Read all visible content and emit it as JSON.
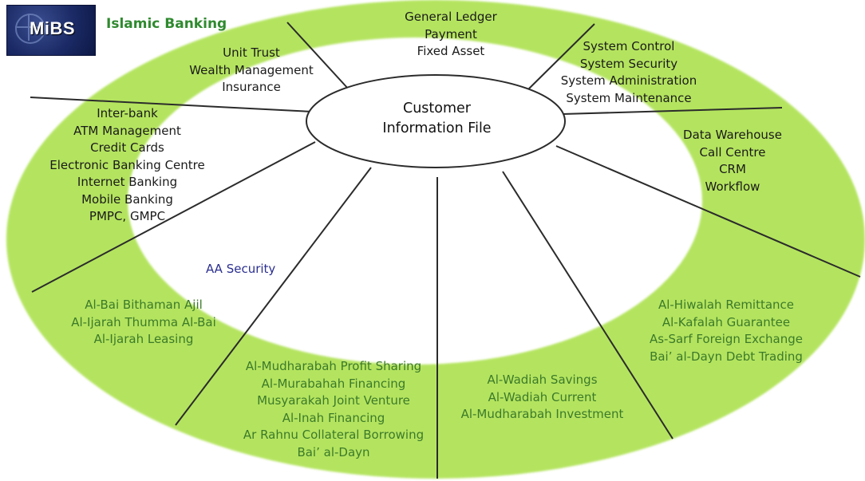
{
  "logo": {
    "text": "MiBS"
  },
  "brand": {
    "title": "Islamic Banking"
  },
  "center": {
    "lines": [
      "Customer",
      "Information File"
    ]
  },
  "aa_security": "AA Security",
  "groups": {
    "top": [
      "General Ledger",
      "Payment",
      "Fixed Asset"
    ],
    "top_left": [
      "Unit Trust",
      "Wealth Management",
      "Insurance"
    ],
    "top_right": [
      "System Control",
      "System Security",
      "System Administration",
      "System Maintenance"
    ],
    "left": [
      "Inter-bank",
      "ATM Management",
      "Credit Cards",
      "Electronic Banking Centre",
      "Internet Banking",
      "Mobile Banking",
      "PMPC, GMPC"
    ],
    "right": [
      "Data Warehouse",
      "Call Centre",
      "CRM",
      "Workflow"
    ],
    "bottom_left": [
      "Al-Bai Bithaman Ajil",
      "Al-Ijarah Thumma Al-Bai",
      "Al-Ijarah Leasing"
    ],
    "bottom_center_left": [
      "Al-Mudharabah Profit Sharing",
      "Al-Murabahah Financing",
      "Musyarakah Joint Venture",
      "Al-Inah Financing",
      "Ar Rahnu Collateral Borrowing",
      "Bai’ al-Dayn"
    ],
    "bottom_center_right": [
      "Al-Wadiah Savings",
      "Al-Wadiah Current",
      "Al-Mudharabah Investment"
    ],
    "bottom_right": [
      "Al-Hiwalah Remittance",
      "Al-Kafalah Guarantee",
      "As-Sarf Foreign Exchange",
      "Bai’ al-Dayn Debt Trading"
    ]
  },
  "colors": {
    "ring": "#b4e45e",
    "inner": "#ffffff",
    "spoke": "#2b2b2b",
    "brand": "#2f8a2f",
    "green_text": "#3c7a2a",
    "aa_security": "#2b2f8f"
  }
}
